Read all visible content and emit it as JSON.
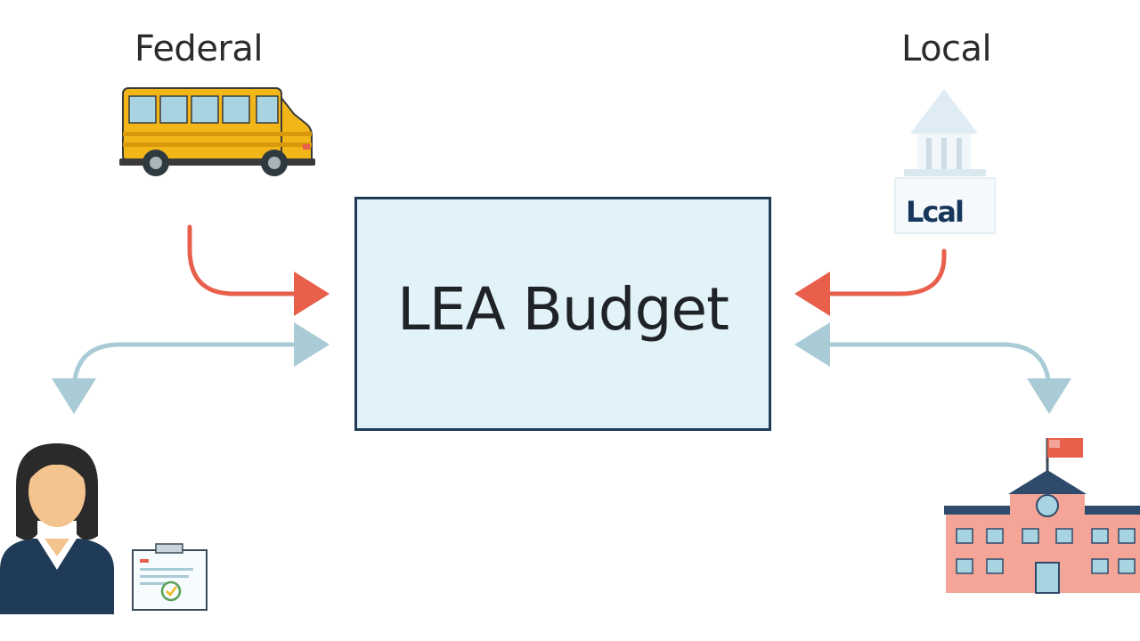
{
  "labels": {
    "federal": "Federal",
    "local": "Local"
  },
  "center": {
    "title": "LEA Budget"
  },
  "local_sign": {
    "text": "Lcal"
  },
  "icons": [
    "school-bus-icon",
    "city-hall-icon",
    "teacher-icon",
    "clipboard-icon",
    "school-building-icon"
  ],
  "colors": {
    "box_fill": "#e2f2f9",
    "box_border": "#1f3b57",
    "funding_arrow": "#e8604c",
    "exchange_arrow": "#a9cbd6"
  }
}
